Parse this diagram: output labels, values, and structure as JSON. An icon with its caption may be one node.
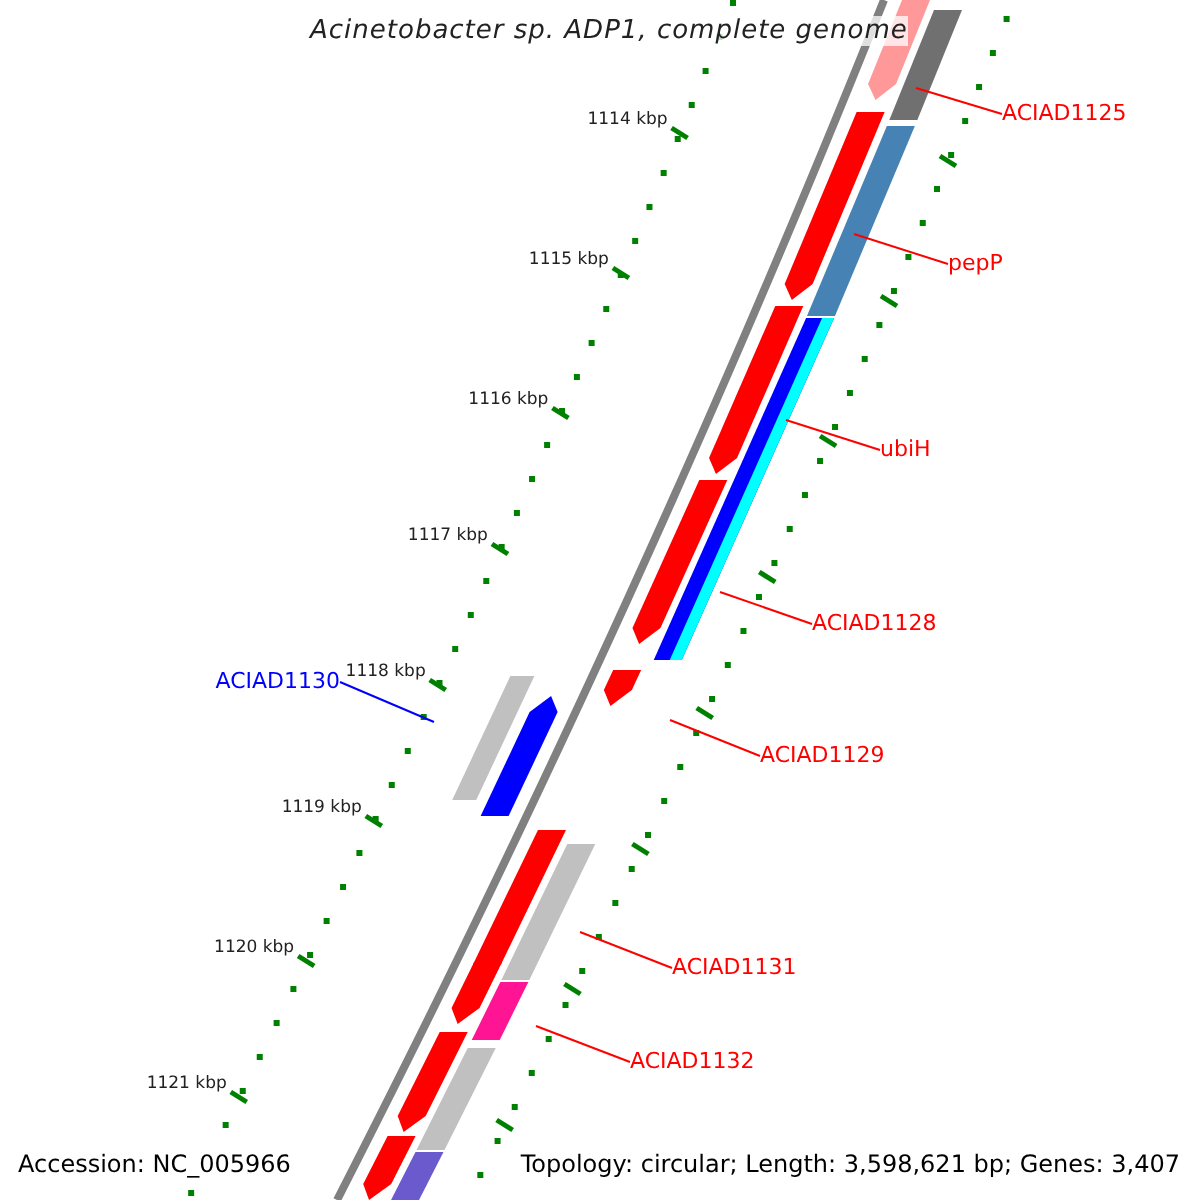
{
  "diagram": {
    "title": "Acinetobacter sp. ADP1, complete genome",
    "nodes": [
      {
        "text": [
          "ACIAD1125"
        ]
      },
      {
        "text": [
          "pepP"
        ]
      },
      {
        "text": [
          "ubiH"
        ]
      },
      {
        "text": [
          "ACIAD1128"
        ]
      },
      {
        "text": [
          "ACIAD1130"
        ]
      },
      {
        "text": [
          "ACIAD1129"
        ]
      },
      {
        "text": [
          "ACIAD1131"
        ]
      },
      {
        "text": [
          "ACIAD1132"
        ]
      }
    ],
    "edges": [
      {
        "from": 0,
        "to": null,
        "arrow": "none"
      },
      {
        "from": 1,
        "to": null,
        "arrow": "none"
      },
      {
        "from": 2,
        "to": null,
        "arrow": "none"
      },
      {
        "from": 3,
        "to": null,
        "arrow": "none"
      },
      {
        "from": 4,
        "to": null,
        "arrow": "none",
        "color": "#0000ff"
      },
      {
        "from": 5,
        "to": null,
        "arrow": "none"
      },
      {
        "from": 6,
        "to": null,
        "arrow": "none"
      },
      {
        "from": 7,
        "to": null,
        "arrow": "none"
      }
    ],
    "labels": [
      "1114 kbp",
      "1115 kbp",
      "1116 kbp",
      "1117 kbp",
      "1118 kbp",
      "1119 kbp",
      "1120 kbp",
      "1121 kbp",
      "Accession: NC_005966",
      "Topology: circular; Length: 3,598,621 bp; Genes: 3,407"
    ]
  }
}
